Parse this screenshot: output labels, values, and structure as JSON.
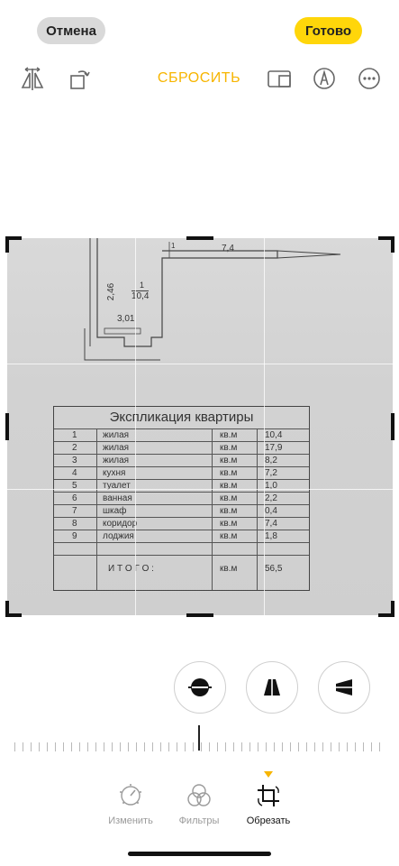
{
  "topbar": {
    "cancel_label": "Отмена",
    "done_label": "Готово"
  },
  "toolbar": {
    "reset_label": "СБРОСИТЬ",
    "icons": [
      "flip-horizontal-icon",
      "rotate-icon",
      "aspect-ratio-icon",
      "markup-icon",
      "more-icon"
    ]
  },
  "document": {
    "plan": {
      "dim_top": "7,4",
      "dim_left": "2,46",
      "dim_bottom": "3,01",
      "room_no": "1",
      "room_area": "10,4",
      "dim_small": "1"
    },
    "title": "Экспликация квартиры",
    "rows": [
      {
        "n": "1",
        "name": "жилая",
        "unit": "кв.м",
        "area": "10,4"
      },
      {
        "n": "2",
        "name": "жилая",
        "unit": "кв.м",
        "area": "17,9"
      },
      {
        "n": "3",
        "name": "жилая",
        "unit": "кв.м",
        "area": "8,2"
      },
      {
        "n": "4",
        "name": "кухня",
        "unit": "кв.м",
        "area": "7,2"
      },
      {
        "n": "5",
        "name": "туалет",
        "unit": "кв.м",
        "area": "1,0"
      },
      {
        "n": "6",
        "name": "ванная",
        "unit": "кв.м",
        "area": "2,2"
      },
      {
        "n": "7",
        "name": "шкаф",
        "unit": "кв.м",
        "area": "0,4"
      },
      {
        "n": "8",
        "name": "коридор",
        "unit": "кв.м",
        "area": "7,4"
      },
      {
        "n": "9",
        "name": "лоджия",
        "unit": "кв.м",
        "area": "1,8"
      }
    ],
    "total": {
      "label": "И Т О Г О :",
      "unit": "кв.м",
      "area": "56,5"
    }
  },
  "adjust": {
    "buttons": [
      "straighten-icon",
      "vertical-perspective-icon",
      "horizontal-perspective-icon"
    ]
  },
  "tabs": [
    {
      "label": "Изменить",
      "icon": "adjust-dial-icon",
      "active": false
    },
    {
      "label": "Фильтры",
      "icon": "filters-icon",
      "active": false
    },
    {
      "label": "Обрезать",
      "icon": "crop-icon",
      "active": true
    }
  ],
  "colors": {
    "accent": "#f7b500",
    "done_bg": "#ffd60a",
    "cancel_bg": "#d9d9d9"
  }
}
